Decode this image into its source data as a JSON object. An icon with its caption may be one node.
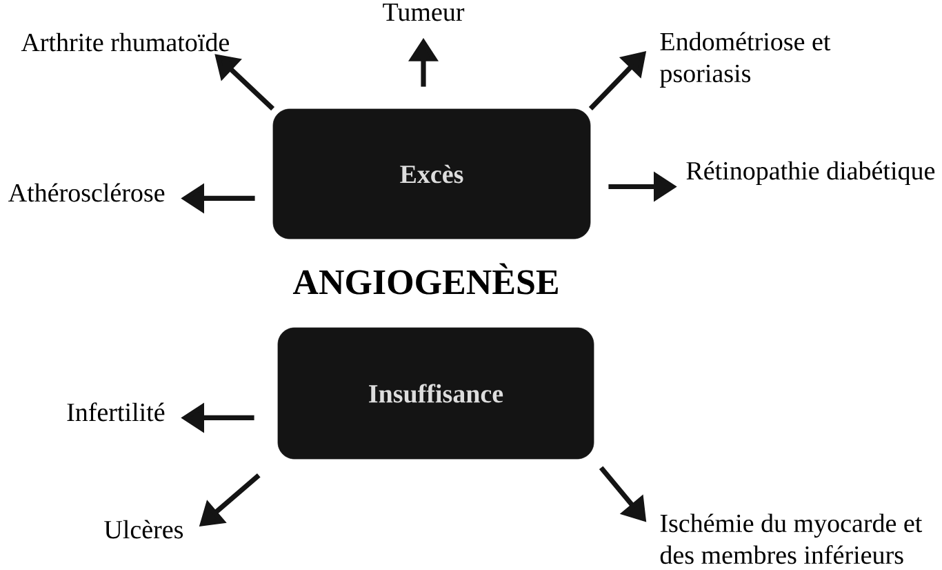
{
  "diagram": {
    "title": "ANGIOGENÈSE",
    "nodes": [
      {
        "text": [
          "Tumeur"
        ]
      },
      {
        "text": [
          "Arthrite rhumatoïde"
        ]
      },
      {
        "text": [
          "Endométriose et psoriasis"
        ]
      },
      {
        "text": [
          "Excès"
        ]
      },
      {
        "text": [
          "Athérosclérose"
        ]
      },
      {
        "text": [
          "Rétinopathie diabétique"
        ]
      },
      {
        "text": [
          "Insuffisance"
        ]
      },
      {
        "text": [
          "Infertilité"
        ]
      },
      {
        "text": [
          "Ulcères"
        ]
      },
      {
        "text": [
          "Ischémie du myocarde et des membres inférieurs"
        ]
      }
    ],
    "edges": [
      {
        "from": 3,
        "to": 0,
        "arrow": "to"
      },
      {
        "from": 3,
        "to": 1,
        "arrow": "to"
      },
      {
        "from": 3,
        "to": 2,
        "arrow": "to"
      },
      {
        "from": 3,
        "to": 4,
        "arrow": "to"
      },
      {
        "from": 3,
        "to": 5,
        "arrow": "to"
      },
      {
        "from": 6,
        "to": 7,
        "arrow": "to"
      },
      {
        "from": 6,
        "to": 8,
        "arrow": "to"
      },
      {
        "from": 6,
        "to": 9,
        "arrow": "to"
      }
    ]
  }
}
